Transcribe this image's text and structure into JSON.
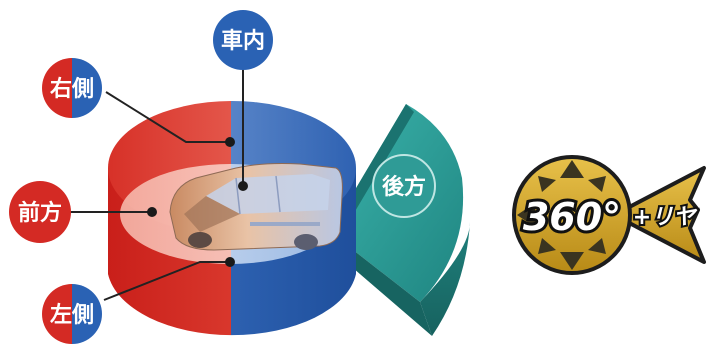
{
  "labels": {
    "interior": "車内",
    "right": "右側",
    "front": "前方",
    "left": "左側",
    "rear": "後方"
  },
  "badge": {
    "main": "360°",
    "suffix": "+リヤ"
  },
  "colors": {
    "red": "#d42a24",
    "blue": "#2a62b4",
    "teal": "#2f9b96",
    "gold": "#d5a727",
    "dark": "#222222"
  }
}
